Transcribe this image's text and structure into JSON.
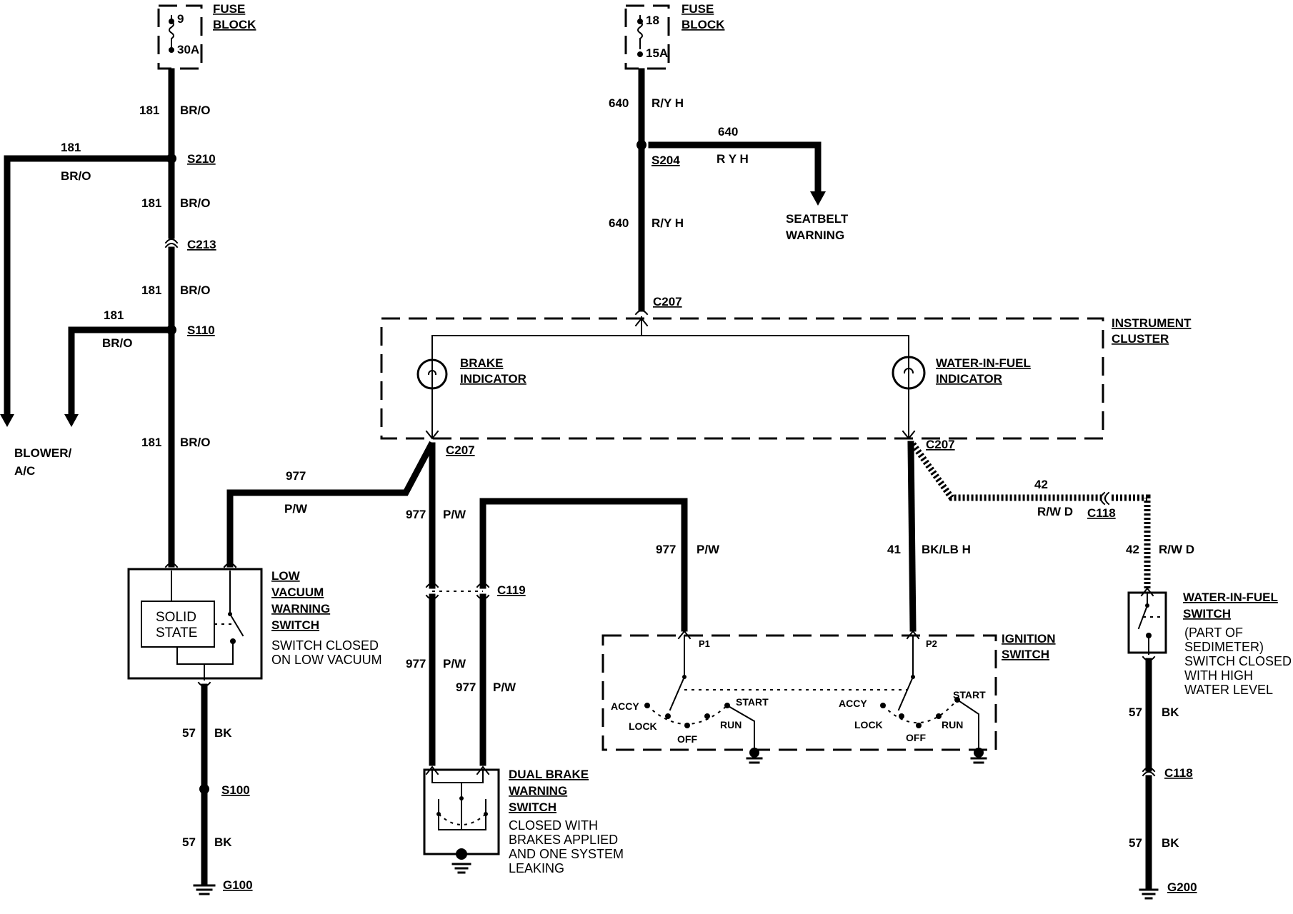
{
  "fuse_left": {
    "line1": "9",
    "line2": "30A",
    "title1": "FUSE",
    "title2": "BLOCK"
  },
  "fuse_right": {
    "line1": "18",
    "line2": "15A",
    "title1": "FUSE",
    "title2": "BLOCK"
  },
  "wires": {
    "w181a": "181",
    "w181a_color": "BR/O",
    "w181_left": "181",
    "w181_left_color": "BR/O",
    "w181b": "181",
    "w181b_color": "BR/O",
    "w181c": "181",
    "w181c_color": "BR/O",
    "w181_s110": "181",
    "w181_s110_color": "BR/O",
    "w181d": "181",
    "w181d_color": "BR/O",
    "w640a": "640",
    "w640a_color": "R/Y H",
    "w640_right": "640",
    "w640_right_color": "R Y H",
    "w640b": "640",
    "w640b_color": "R/Y H",
    "w977_top": "977",
    "w977_top_color": "P/W",
    "w977a": "977",
    "w977a_color": "P/W",
    "w977_ign": "977",
    "w977_ign_color": "P/W",
    "w977b": "977",
    "w977b_color": "P/W",
    "w977c": "977",
    "w977c_color": "P/W",
    "w41": "41",
    "w41_color": "BK/LB H",
    "w42_top": "42",
    "w42_top_color": "R/W D",
    "w42b": "42",
    "w42b_color": "R/W D",
    "w57a": "57",
    "w57a_color": "BK",
    "w57b": "57",
    "w57b_color": "BK",
    "w57c": "57",
    "w57c_color": "BK",
    "w57d": "57",
    "w57d_color": "BK"
  },
  "connectors": {
    "s210": "S210",
    "c213": "C213",
    "s110": "S110",
    "s204": "S204",
    "c207_top": "C207",
    "c207_left": "C207",
    "c207_right": "C207",
    "c118_top": "C118",
    "c119": "C119",
    "s100": "S100",
    "g100": "G100",
    "c118_bottom": "C118",
    "g200": "G200"
  },
  "destinations": {
    "blower1": "BLOWER/",
    "blower2": "A/C",
    "seatbelt1": "SEATBELT",
    "seatbelt2": "WARNING"
  },
  "cluster": {
    "title1": "INSTRUMENT",
    "title2": "CLUSTER",
    "brake1": "BRAKE",
    "brake2": "INDICATOR",
    "wif1": "WATER-IN-FUEL",
    "wif2": "INDICATOR"
  },
  "low_vacuum": {
    "t1": "LOW",
    "t2": "VACUUM",
    "t3": "WARNING",
    "t4": "SWITCH",
    "d1": "SWITCH CLOSED",
    "d2": "ON LOW VACUUM",
    "solid1": "SOLID",
    "solid2": "STATE"
  },
  "dual_brake": {
    "t1": "DUAL BRAKE",
    "t2": "WARNING",
    "t3": "SWITCH",
    "d1": "CLOSED WITH",
    "d2": "BRAKES APPLIED",
    "d3": "AND ONE SYSTEM",
    "d4": "LEAKING"
  },
  "ignition": {
    "t1": "IGNITION",
    "t2": "SWITCH",
    "p1": "P1",
    "p2": "P2",
    "accy": "ACCY",
    "lock": "LOCK",
    "off": "OFF",
    "run": "RUN",
    "start": "START"
  },
  "wif_switch": {
    "t1": "WATER-IN-FUEL",
    "t2": "SWITCH",
    "d1": "(PART OF",
    "d2": "SEDIMETER)",
    "d3": "SWITCH CLOSED",
    "d4": "WITH HIGH",
    "d5": "WATER LEVEL"
  }
}
